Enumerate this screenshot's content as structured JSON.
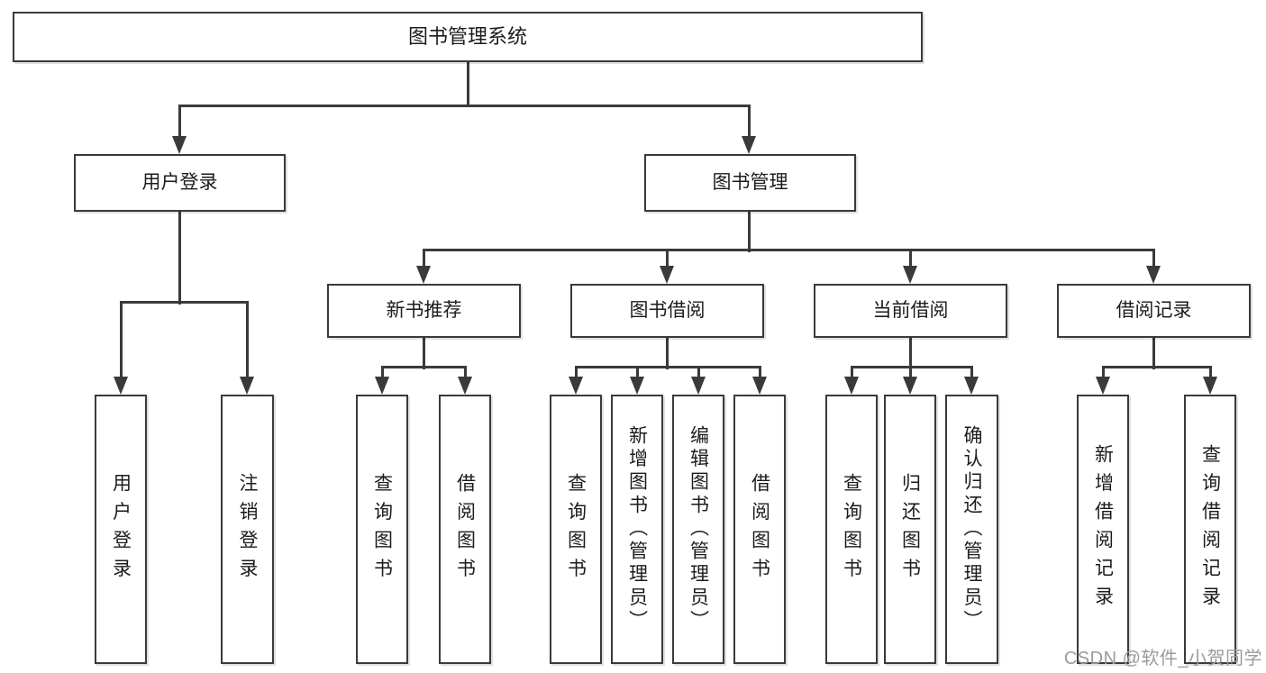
{
  "diagram": {
    "root": {
      "label": "图书管理系统"
    },
    "level2": [
      {
        "label": "用户登录"
      },
      {
        "label": "图书管理"
      }
    ],
    "level3": [
      {
        "label": "新书推荐"
      },
      {
        "label": "图书借阅"
      },
      {
        "label": "当前借阅"
      },
      {
        "label": "借阅记录"
      }
    ],
    "leaves": {
      "user_login": [
        "用户登录",
        "注销登录"
      ],
      "new_books": [
        "查询图书",
        "借阅图书"
      ],
      "book_borrow": [
        "查询图书",
        "新增图书（管理员）",
        "编辑图书（管理员）",
        "借阅图书"
      ],
      "current_borrow": [
        "查询图书",
        "归还图书",
        "确认归还（管理员）"
      ],
      "borrow_records": [
        "新增借阅记录",
        "查询借阅记录"
      ]
    }
  },
  "watermark": "CSDN @软件_小贺同学",
  "colors": {
    "line": "#3a3a3a",
    "box_border": "#3a3a3a",
    "box_fill": "#ffffff",
    "text": "#1c1c1c",
    "watermark": "#9b9b9b"
  }
}
